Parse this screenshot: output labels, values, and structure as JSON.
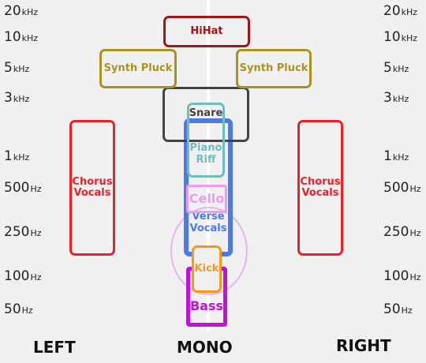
{
  "axis": {
    "ticks": [
      {
        "value": "20",
        "unit": "kHz"
      },
      {
        "value": "10",
        "unit": "kHz"
      },
      {
        "value": "5",
        "unit": "kHz"
      },
      {
        "value": "3",
        "unit": "kHz"
      },
      {
        "value": "1",
        "unit": "kHz"
      },
      {
        "value": "500",
        "unit": "Hz"
      },
      {
        "value": "250",
        "unit": "Hz"
      },
      {
        "value": "100",
        "unit": "Hz"
      },
      {
        "value": "50",
        "unit": "Hz"
      }
    ]
  },
  "positions": {
    "left": "LEFT",
    "mono": "MONO",
    "right": "RIGHT"
  },
  "instruments": {
    "hihat": {
      "label": "HiHat",
      "color": "#a01717"
    },
    "synth_pluck_left": {
      "label": "Synth Pluck",
      "color": "#a99320"
    },
    "synth_pluck_right": {
      "label": "Synth Pluck",
      "color": "#a99320"
    },
    "snare": {
      "label": "Snare",
      "color": "#444444"
    },
    "piano_riff": {
      "lines": [
        "Piano",
        "Riff"
      ],
      "color": "#6fbdbc"
    },
    "cello": {
      "label": "Cello",
      "color": "#e99ff0"
    },
    "verse_vocals": {
      "lines": [
        "Verse",
        "Vocals"
      ],
      "color": "#4e7ae6"
    },
    "kick": {
      "label": "Kick",
      "color": "#f29a1c"
    },
    "bass": {
      "label": "Bass",
      "color": "#c113d6"
    },
    "chorus_vocals_left": {
      "lines": [
        "Chorus",
        "Vocals"
      ],
      "color": "#e8222a"
    },
    "chorus_vocals_right": {
      "lines": [
        "Chorus",
        "Vocals"
      ],
      "color": "#e8222a"
    }
  }
}
